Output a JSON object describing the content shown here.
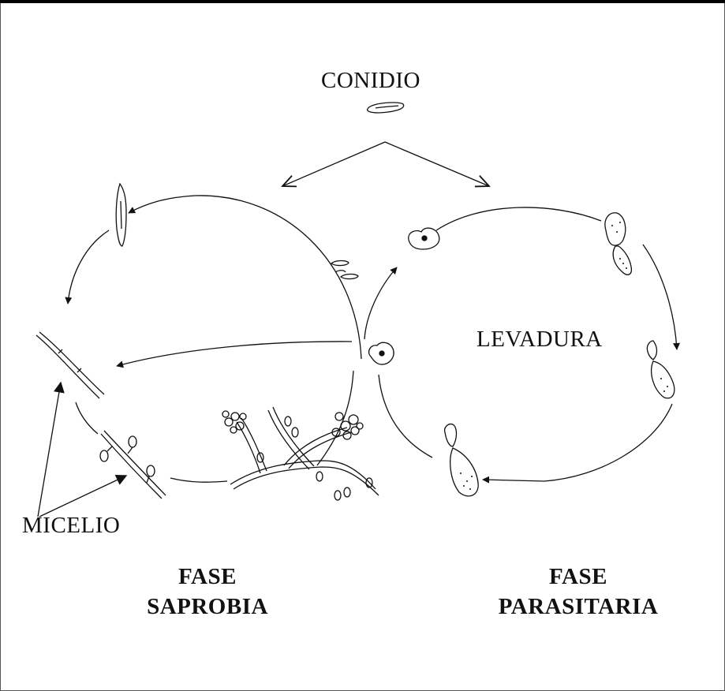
{
  "labels": {
    "conidio": "CONIDIO",
    "levadura": "LEVADURA",
    "micelio": "MICELIO"
  },
  "phases": {
    "saprobia": {
      "line1": "FASE",
      "line2": "SAPROBIA"
    },
    "parasitaria": {
      "line1": "FASE",
      "line2": "PARASITARIA"
    }
  },
  "colors": {
    "ink": "#111111",
    "frame": "#000000"
  }
}
